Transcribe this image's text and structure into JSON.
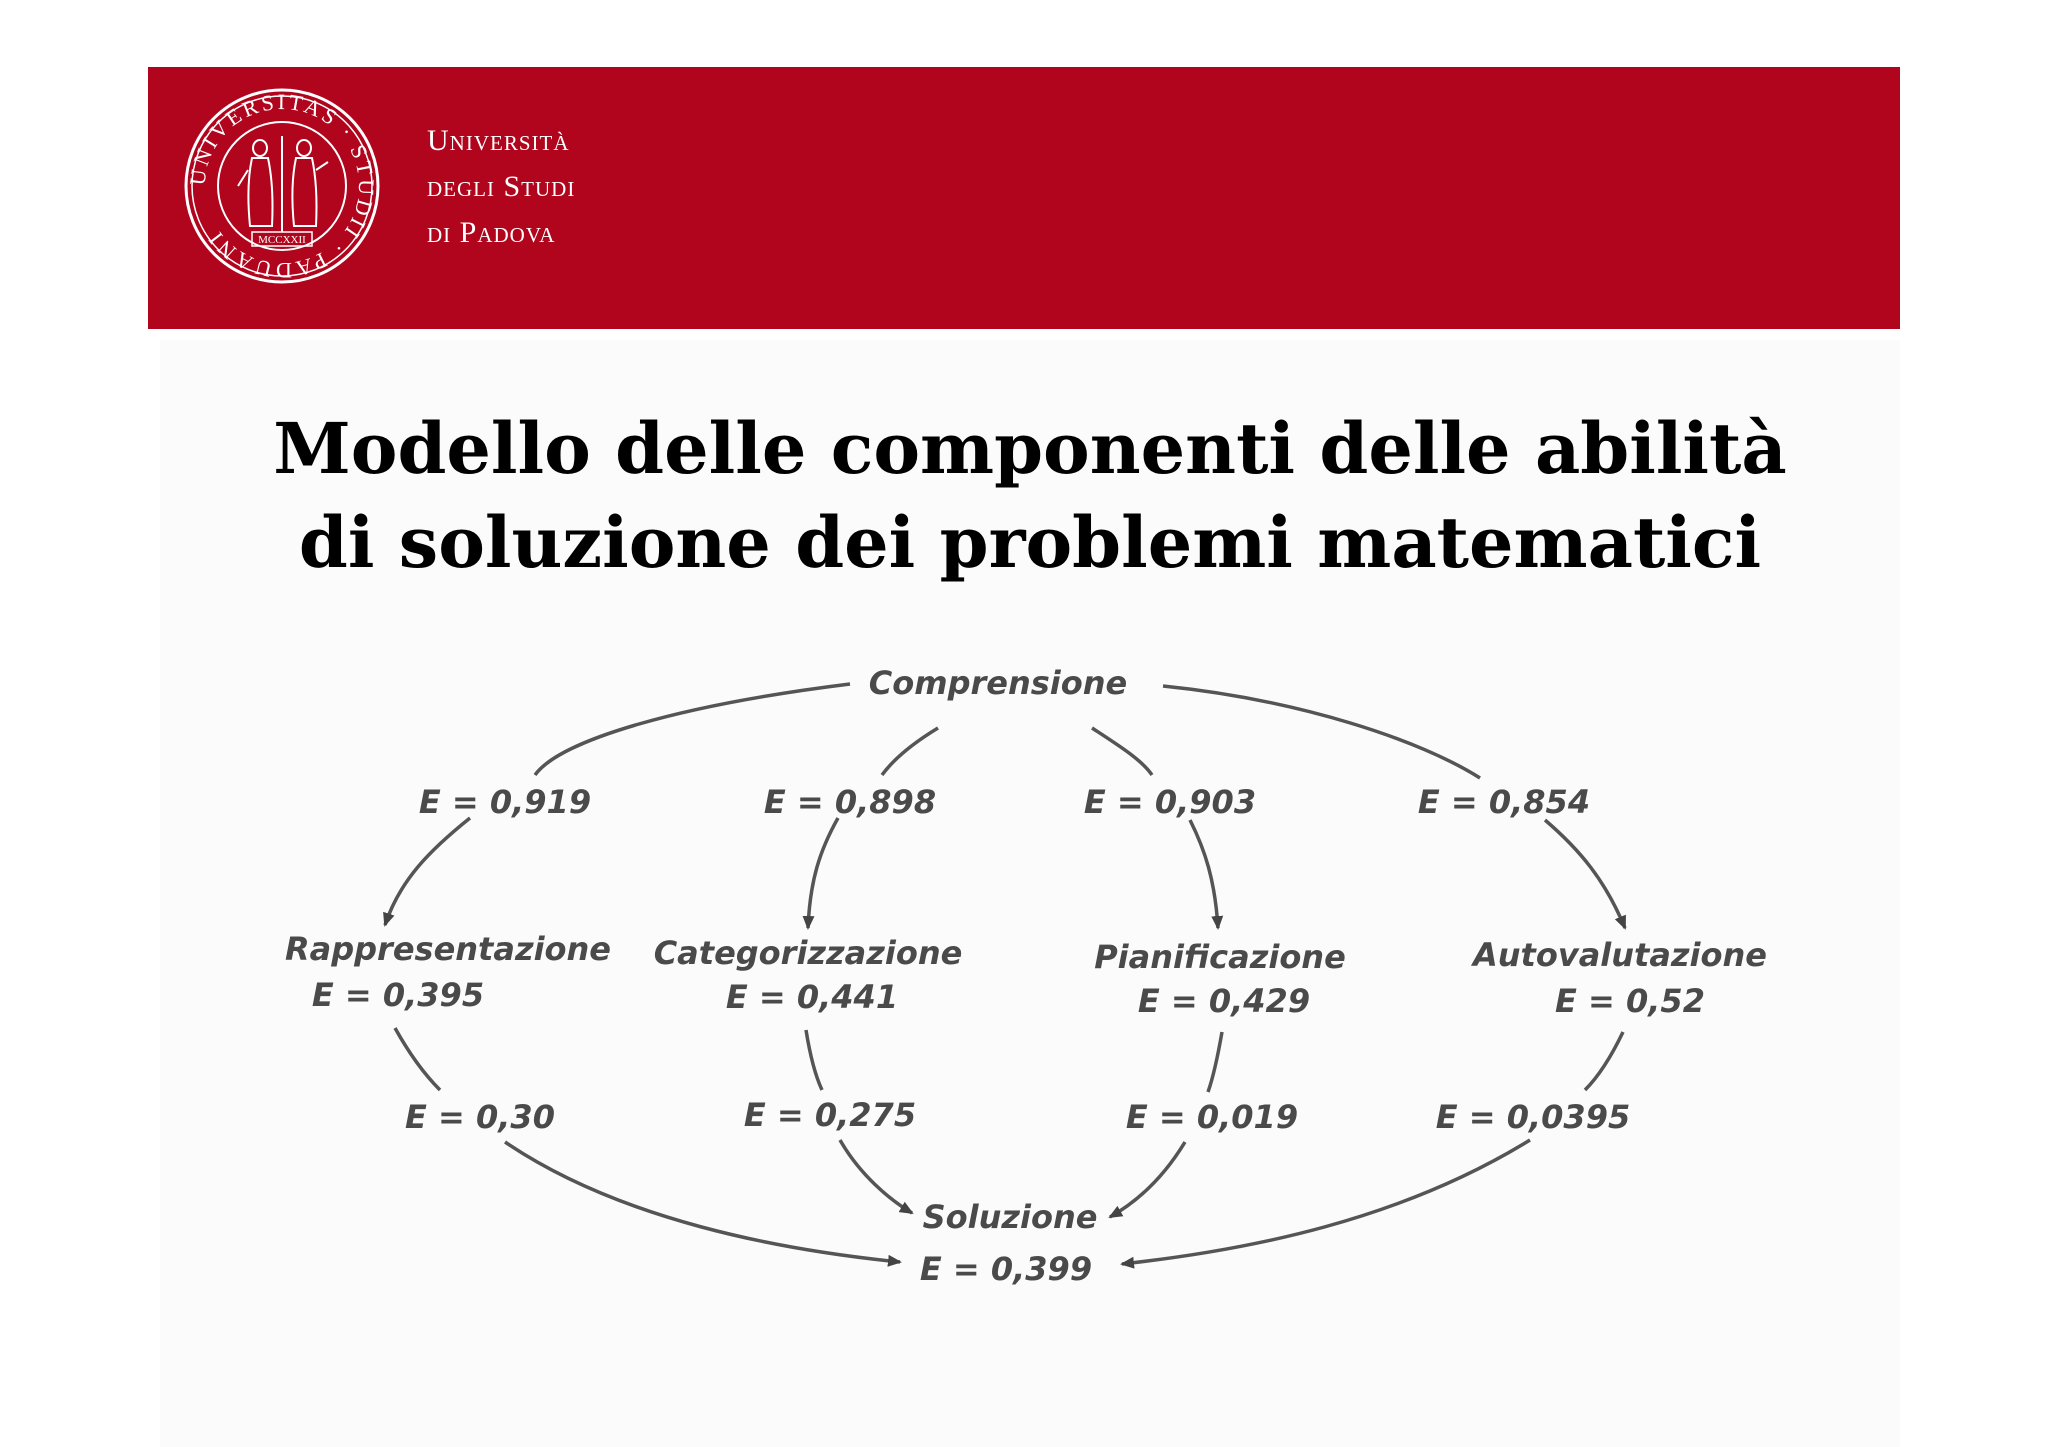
{
  "header": {
    "university_lines": [
      "Università",
      "degli Studi",
      "di Padova"
    ],
    "seal_text": "UNIVERSITAS · STUDII · PADUANI",
    "seal_year": "MCCXXII",
    "band_color": "#b0051d"
  },
  "slide": {
    "title_lines": [
      "Modello delle componenti delle abilità",
      "di soluzione dei problemi matematici"
    ]
  },
  "diagram": {
    "nodes": {
      "comprensione": {
        "name": "Comprensione"
      },
      "rappresentazione": {
        "name": "Rappresentazione",
        "e": "E = 0,395"
      },
      "categorizzazione": {
        "name": "Categorizzazione",
        "e": "E = 0,441"
      },
      "pianificazione": {
        "name": "Pianificazione",
        "e": "E = 0,429"
      },
      "autovalutazione": {
        "name": "Autovalutazione",
        "e": "E = 0,52"
      },
      "soluzione": {
        "name": "Soluzione",
        "e": "E = 0,399"
      }
    },
    "edges": {
      "comp_rapp": "E = 0,919",
      "comp_cat": "E = 0,898",
      "comp_pian": "E = 0,903",
      "comp_auto": "E = 0,854",
      "rapp_sol": "E = 0,30",
      "cat_sol": "E = 0,275",
      "pian_sol": "E = 0,019",
      "auto_sol": "E = 0,0395"
    }
  }
}
